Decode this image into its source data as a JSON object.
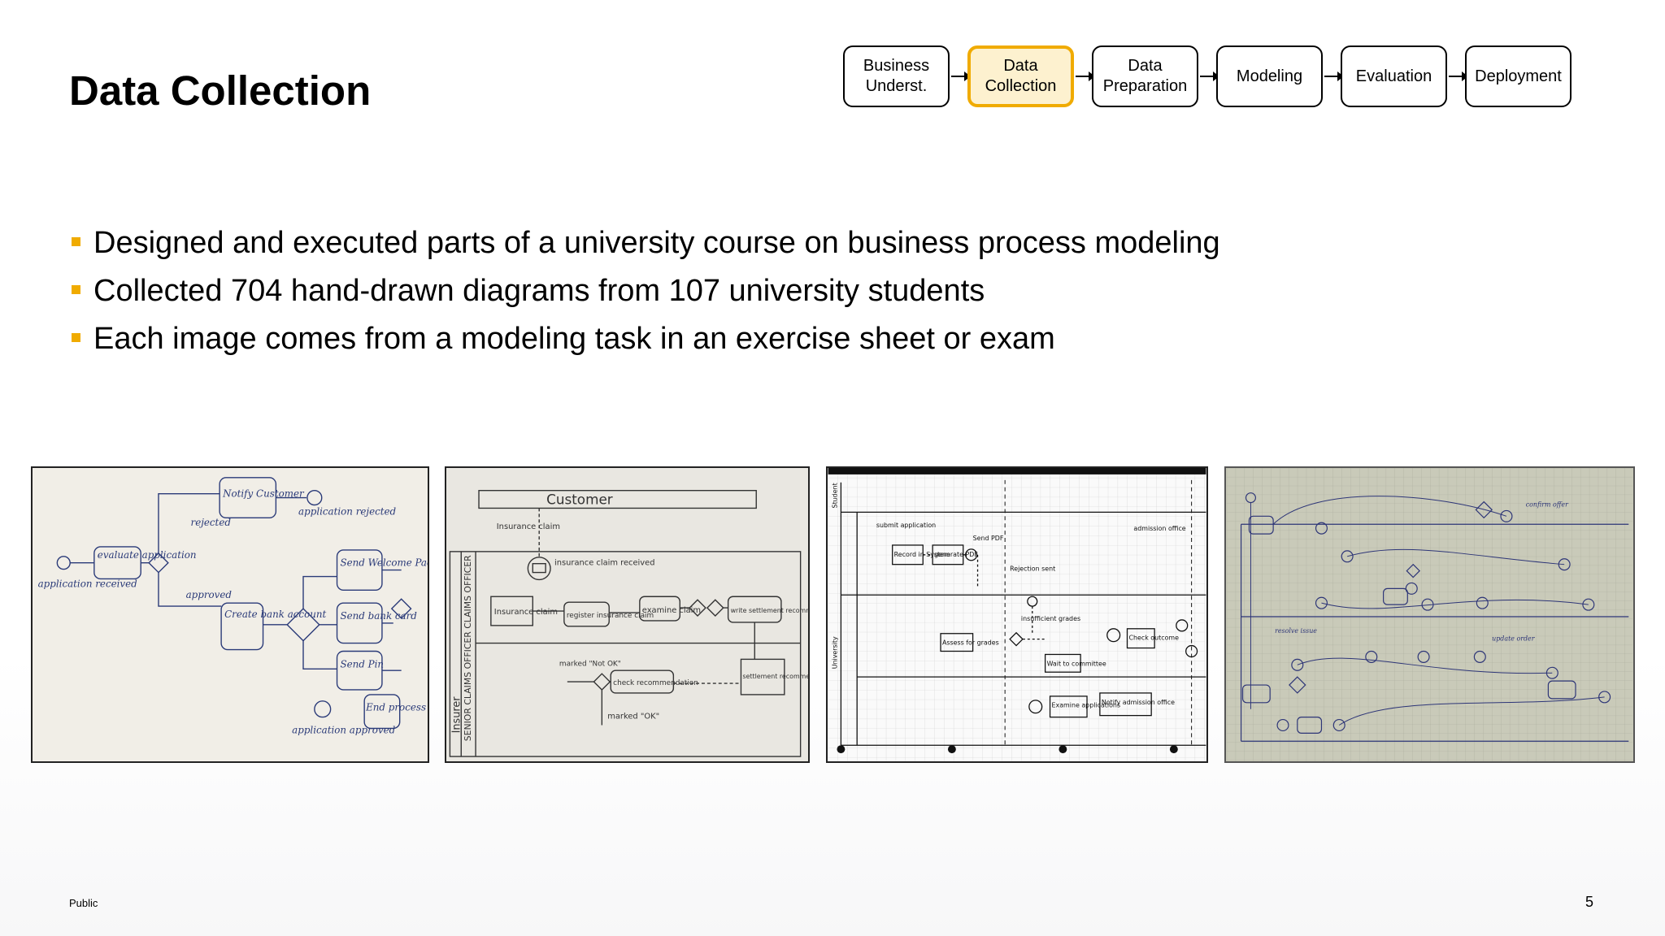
{
  "title": "Data Collection",
  "process_steps": [
    {
      "label": "Business\nUnderst.",
      "active": false
    },
    {
      "label": "Data\nCollection",
      "active": true
    },
    {
      "label": "Data\nPreparation",
      "active": false
    },
    {
      "label": "Modeling",
      "active": false
    },
    {
      "label": "Evaluation",
      "active": false
    },
    {
      "label": "Deployment",
      "active": false
    }
  ],
  "bullets": [
    "Designed and executed parts of a university course on business process modeling",
    "Collected 704 hand-drawn diagrams from 107 university students",
    "Each image comes from a modeling task in an exercise sheet or exam"
  ],
  "diagram_images": [
    {
      "texts": [
        "Notify Customer",
        "application rejected",
        "rejected",
        "evaluate application",
        "application received",
        "approved",
        "Create bank account",
        "Send Welcome Pack",
        "Send bank card",
        "Send Pin",
        "End process",
        "application approved"
      ]
    },
    {
      "texts": [
        "Customer",
        "Insurance claim",
        "insurance claim received",
        "CLAIMS OFFICER",
        "Insurance claim",
        "register insurance claim",
        "examine claim",
        "write settlement recommendation",
        "marked \"Not OK\"",
        "check recommendation",
        "settlement recommendation",
        "marked \"OK\"",
        "Insurer",
        "SENIOR CLAIMS OFFICER"
      ]
    },
    {
      "texts": [
        "Student",
        "submit application",
        "Record in System",
        "generate PDF",
        "Send PDF",
        "Rejection sent",
        "insufficient grades",
        "Assess for grades",
        "Wait to committee",
        "Check outcome",
        "Examine applications",
        "Notify admission office",
        "University",
        "admission office"
      ]
    },
    {
      "texts": [
        "confirm offer",
        "update order",
        "resolve issue"
      ]
    }
  ],
  "footer": {
    "classification": "Public",
    "page_number": "5"
  },
  "colors": {
    "accent": "#f0ab00",
    "active_fill": "#fdf1cf"
  }
}
